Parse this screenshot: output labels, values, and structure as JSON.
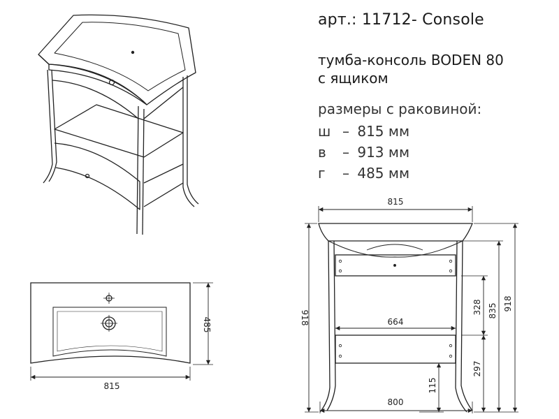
{
  "spec": {
    "article": "арт.: 11712- Console",
    "name_line1": "тумба-консоль BODEN 80",
    "name_line2": "с ящиком",
    "sizes_title": "размеры с раковиной:",
    "sizes": [
      {
        "key": "ш",
        "dash": "–",
        "value": "815 мм"
      },
      {
        "key": "в",
        "dash": "–",
        "value": "913 мм"
      },
      {
        "key": "г",
        "dash": "–",
        "value": "485 мм"
      }
    ]
  },
  "top_view": {
    "width_label": "815",
    "depth_label": "485"
  },
  "front_view": {
    "top_width_label": "815",
    "bottom_width_label": "800",
    "inner_width_label": "664",
    "left_height_label": "918",
    "right_height_label": "918",
    "dim_835": "835",
    "dim_328": "328",
    "dim_297": "297",
    "dim_115": "115"
  }
}
